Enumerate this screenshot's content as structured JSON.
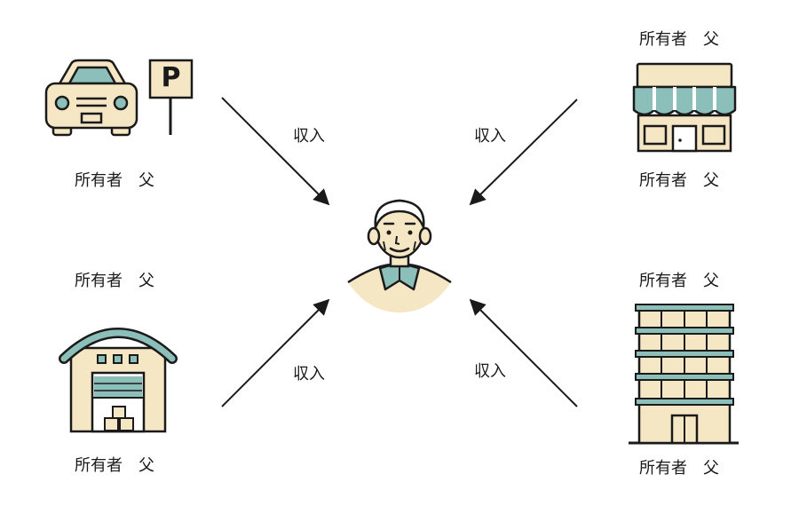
{
  "labels": {
    "owner_parking": "所有者　父",
    "owner_shop_top": "所有者　父",
    "owner_shop_bottom": "所有者　父",
    "owner_warehouse_top": "所有者　父",
    "owner_warehouse_bottom": "所有者　父",
    "owner_building_top": "所有者　父",
    "owner_building_bottom": "所有者　父"
  },
  "income": {
    "top_left": "収入",
    "top_right": "収入",
    "bottom_left": "収入",
    "bottom_right": "収入"
  },
  "parking_sign": "P",
  "colors": {
    "cream": "#F5E6C4",
    "teal": "#8CBFBA",
    "ink": "#1A1A1A"
  }
}
